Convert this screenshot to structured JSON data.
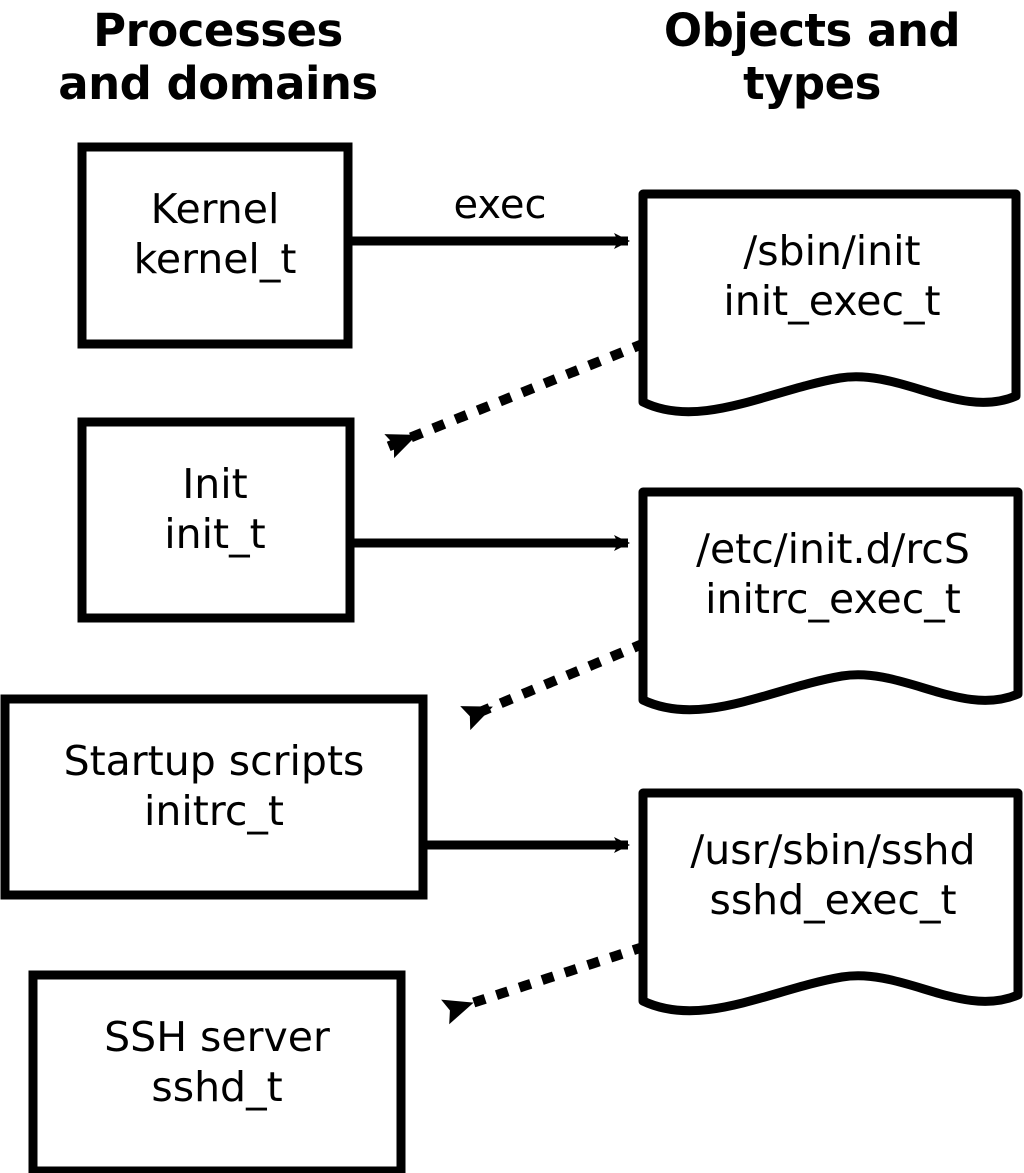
{
  "diagram": {
    "title_left": "Processes\nand domains",
    "title_right": "Objects and\ntypes",
    "background_color": "#ffffff",
    "stroke_color": "#000000",
    "process_nodes": [
      {
        "id": "kernel",
        "name": "Kernel",
        "type": "kernel_t",
        "label": "Kernel\nkernel_t"
      },
      {
        "id": "init",
        "name": "Init",
        "type": "init_t",
        "label": "Init\ninit_t"
      },
      {
        "id": "initrc",
        "name": "Startup scripts",
        "type": "initrc_t",
        "label": "Startup scripts\ninitrc_t"
      },
      {
        "id": "sshd",
        "name": "SSH server",
        "type": "sshd_t",
        "label": "SSH server\nsshd_t"
      }
    ],
    "object_nodes": [
      {
        "id": "init_exec",
        "path": "/sbin/init",
        "type": "init_exec_t",
        "label": "/sbin/init\ninit_exec_t"
      },
      {
        "id": "initrc_exec",
        "path": "/etc/init.d/rcS",
        "type": "initrc_exec_t",
        "label": "/etc/init.d/rcS\ninitrc_exec_t"
      },
      {
        "id": "sshd_exec",
        "path": "/usr/sbin/sshd",
        "type": "sshd_exec_t",
        "label": "/usr/sbin/sshd\nsshd_exec_t"
      }
    ],
    "edges": [
      {
        "id": "kernel-exec-init",
        "from": "kernel",
        "to": "init_exec",
        "label": "exec",
        "style": "solid"
      },
      {
        "id": "init_exec-transition",
        "from": "init_exec",
        "to": "init",
        "label": "",
        "style": "dotted"
      },
      {
        "id": "init-exec-initrc",
        "from": "init",
        "to": "initrc_exec",
        "label": "",
        "style": "solid"
      },
      {
        "id": "initrc_exec-transition",
        "from": "initrc_exec",
        "to": "initrc",
        "label": "",
        "style": "dotted"
      },
      {
        "id": "initrc-exec-sshd",
        "from": "initrc",
        "to": "sshd_exec",
        "label": "",
        "style": "solid"
      },
      {
        "id": "sshd_exec-transition",
        "from": "sshd_exec",
        "to": "sshd",
        "label": "",
        "style": "dotted"
      }
    ]
  }
}
